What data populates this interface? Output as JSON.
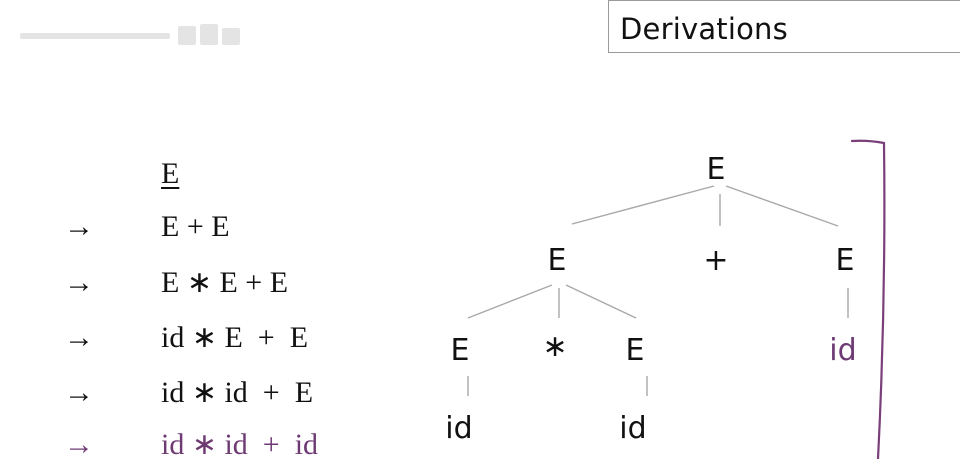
{
  "header": {
    "title": "Derivations"
  },
  "logo": {
    "icon": "stanford-logo-icon"
  },
  "derivation": {
    "start": "E",
    "arrow": "→",
    "steps": [
      "E + E",
      "E ∗ E + E",
      "id ∗ E  +  E",
      "id ∗ id  +  E",
      "id ∗ id  +  id"
    ]
  },
  "parse_tree": {
    "root": "E",
    "level1": [
      "E",
      "+",
      "E"
    ],
    "level2": [
      "E",
      "∗",
      "E",
      "id"
    ],
    "level3": [
      "id",
      "id"
    ]
  },
  "colors": {
    "text": "#111111",
    "highlight": "#6e3a73",
    "line": "#a8a8a8",
    "bracket": "#7a3f7a"
  }
}
